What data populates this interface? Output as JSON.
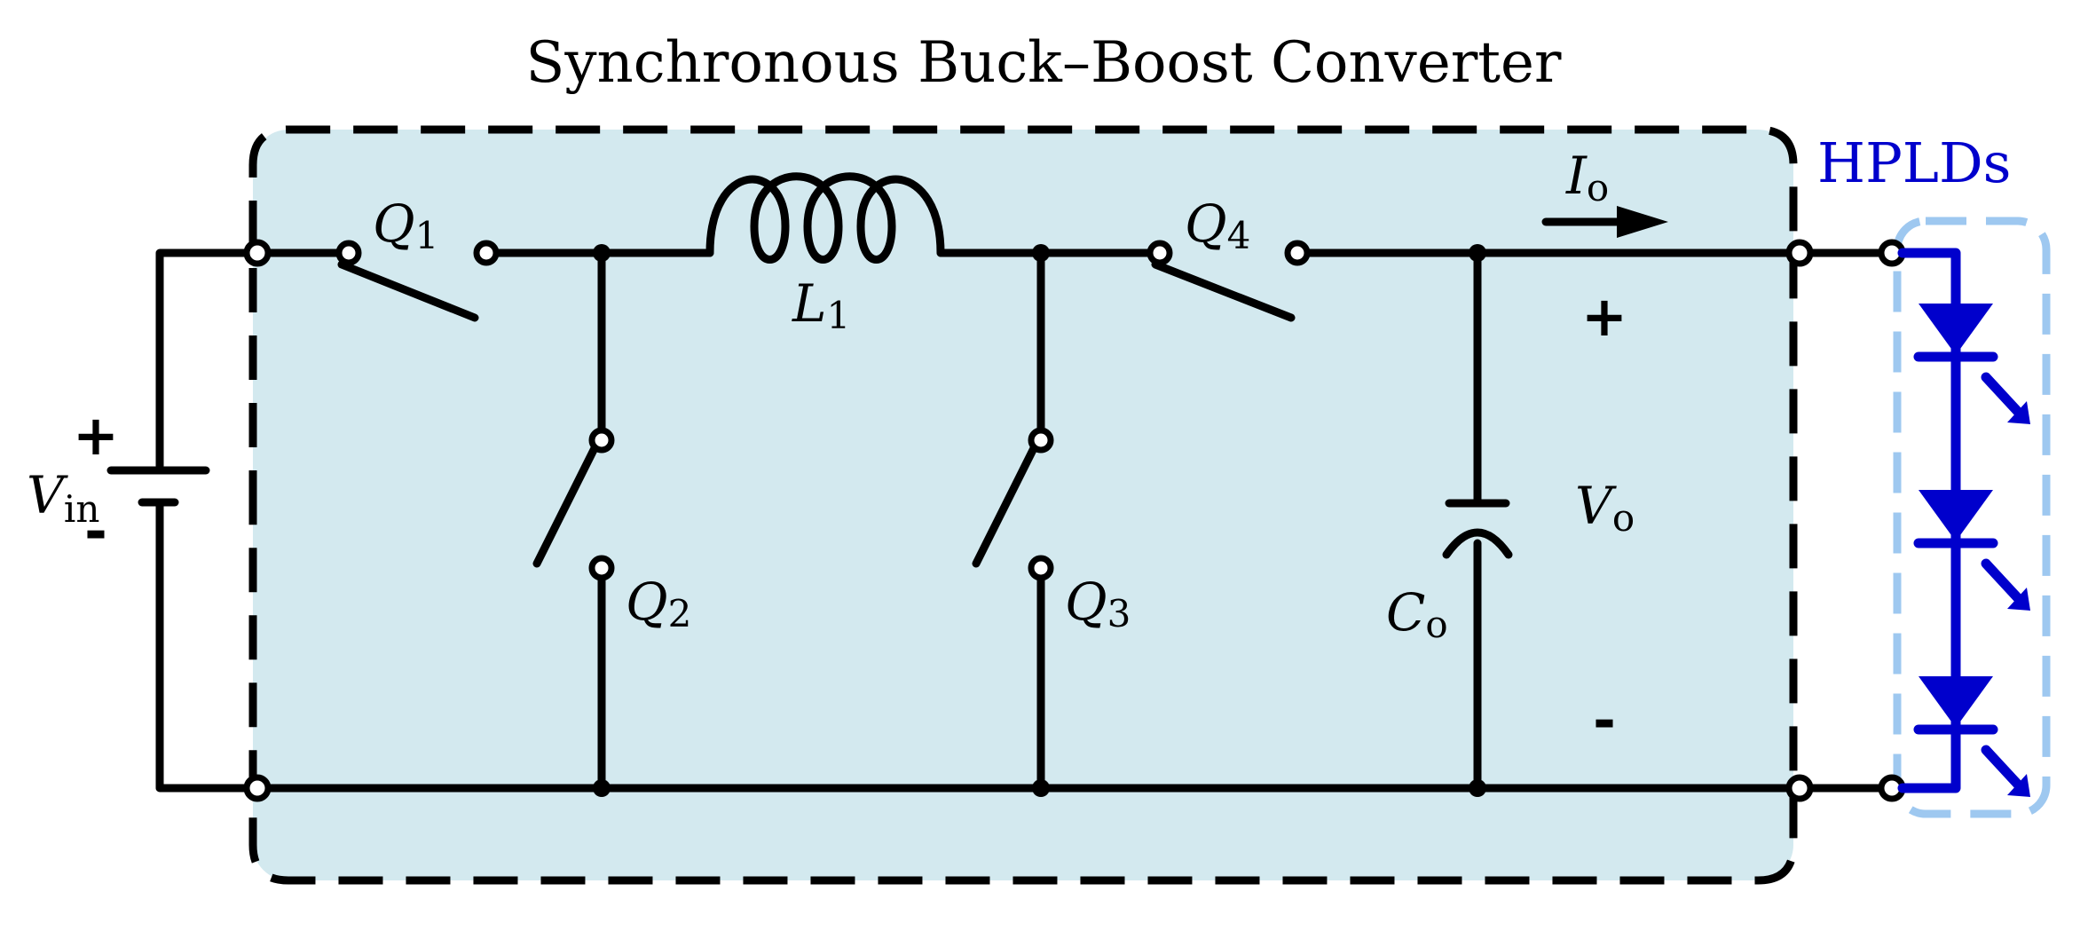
{
  "title": "Synchronous Buck–Boost Converter",
  "load_label": "HPLDs",
  "colors": {
    "converter_fill": "#d3e9ef",
    "converter_border": "#000000",
    "load_color": "#0000cc",
    "load_border": "#9ec8f0",
    "wire": "#000000"
  },
  "components": {
    "vin": {
      "symbol": "V",
      "sub": "in",
      "plus": "+",
      "minus": "-"
    },
    "q1": {
      "symbol": "Q",
      "sub": "1"
    },
    "q2": {
      "symbol": "Q",
      "sub": "2"
    },
    "q3": {
      "symbol": "Q",
      "sub": "3"
    },
    "q4": {
      "symbol": "Q",
      "sub": "4"
    },
    "l1": {
      "symbol": "L",
      "sub": "1"
    },
    "co": {
      "symbol": "C",
      "sub": "o"
    },
    "vo": {
      "symbol": "V",
      "sub": "o",
      "plus": "+",
      "minus": "-"
    },
    "io": {
      "symbol": "I",
      "sub": "o"
    }
  },
  "icons": [
    "battery-icon",
    "switch-icon",
    "inductor-icon",
    "capacitor-icon",
    "laser-diode-icon",
    "arrow-right-icon"
  ],
  "laser_diode_count": 3
}
